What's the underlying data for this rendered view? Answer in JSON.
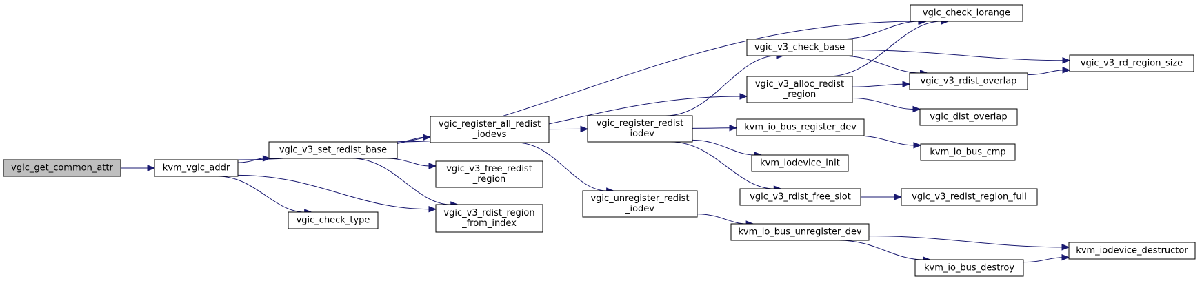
{
  "colors": {
    "edge": "#191970",
    "root_fill": "#bfbfbf",
    "node_fill": "#ffffff",
    "node_border": "#000000"
  },
  "nodes": [
    {
      "id": "vgic_get_common_attr",
      "lines": [
        "vgic_get_common_attr"
      ],
      "root": true
    },
    {
      "id": "kvm_vgic_addr",
      "lines": [
        "kvm_vgic_addr"
      ]
    },
    {
      "id": "vgic_v3_set_redist_base",
      "lines": [
        "vgic_v3_set_redist_base"
      ]
    },
    {
      "id": "vgic_check_type",
      "lines": [
        "vgic_check_type"
      ]
    },
    {
      "id": "vgic_v3_rdist_region_from_index",
      "lines": [
        "vgic_v3_rdist_region",
        "_from_index"
      ]
    },
    {
      "id": "vgic_register_all_redist_iodevs",
      "lines": [
        "vgic_register_all_redist",
        "_iodevs"
      ]
    },
    {
      "id": "vgic_v3_free_redist_region",
      "lines": [
        "vgic_v3_free_redist",
        "_region"
      ]
    },
    {
      "id": "vgic_register_redist_iodev",
      "lines": [
        "vgic_register_redist",
        "_iodev"
      ]
    },
    {
      "id": "vgic_unregister_redist_iodev",
      "lines": [
        "vgic_unregister_redist",
        "_iodev"
      ]
    },
    {
      "id": "vgic_v3_check_base",
      "lines": [
        "vgic_v3_check_base"
      ]
    },
    {
      "id": "vgic_v3_alloc_redist_region",
      "lines": [
        "vgic_v3_alloc_redist",
        "_region"
      ]
    },
    {
      "id": "kvm_io_bus_register_dev",
      "lines": [
        "kvm_io_bus_register_dev"
      ]
    },
    {
      "id": "kvm_iodevice_init",
      "lines": [
        "kvm_iodevice_init"
      ]
    },
    {
      "id": "vgic_v3_rdist_free_slot",
      "lines": [
        "vgic_v3_rdist_free_slot"
      ]
    },
    {
      "id": "kvm_io_bus_unregister_dev",
      "lines": [
        "kvm_io_bus_unregister_dev"
      ]
    },
    {
      "id": "vgic_check_iorange",
      "lines": [
        "vgic_check_iorange"
      ]
    },
    {
      "id": "vgic_v3_rdist_overlap",
      "lines": [
        "vgic_v3_rdist_overlap"
      ]
    },
    {
      "id": "vgic_dist_overlap",
      "lines": [
        "vgic_dist_overlap"
      ]
    },
    {
      "id": "kvm_io_bus_cmp",
      "lines": [
        "kvm_io_bus_cmp"
      ]
    },
    {
      "id": "vgic_v3_redist_region_full",
      "lines": [
        "vgic_v3_redist_region_full"
      ]
    },
    {
      "id": "kvm_io_bus_destroy",
      "lines": [
        "kvm_io_bus_destroy"
      ]
    },
    {
      "id": "vgic_v3_rd_region_size",
      "lines": [
        "vgic_v3_rd_region_size"
      ]
    },
    {
      "id": "kvm_iodevice_destructor",
      "lines": [
        "kvm_iodevice_destructor"
      ]
    }
  ],
  "edges": [
    {
      "from": "vgic_get_common_attr",
      "to": "kvm_vgic_addr"
    },
    {
      "from": "kvm_vgic_addr",
      "to": "vgic_check_iorange"
    },
    {
      "from": "kvm_vgic_addr",
      "to": "vgic_v3_set_redist_base"
    },
    {
      "from": "kvm_vgic_addr",
      "to": "vgic_check_type"
    },
    {
      "from": "kvm_vgic_addr",
      "to": "vgic_v3_rdist_region_from_index"
    },
    {
      "from": "vgic_v3_set_redist_base",
      "to": "vgic_v3_alloc_redist_region"
    },
    {
      "from": "vgic_v3_set_redist_base",
      "to": "vgic_register_all_redist_iodevs"
    },
    {
      "from": "vgic_v3_set_redist_base",
      "to": "vgic_v3_free_redist_region"
    },
    {
      "from": "vgic_v3_set_redist_base",
      "to": "vgic_v3_rdist_region_from_index"
    },
    {
      "from": "vgic_register_all_redist_iodevs",
      "to": "vgic_register_redist_iodev"
    },
    {
      "from": "vgic_register_all_redist_iodevs",
      "to": "vgic_unregister_redist_iodev"
    },
    {
      "from": "vgic_register_redist_iodev",
      "to": "vgic_v3_check_base"
    },
    {
      "from": "vgic_register_redist_iodev",
      "to": "kvm_io_bus_register_dev"
    },
    {
      "from": "vgic_register_redist_iodev",
      "to": "kvm_iodevice_init"
    },
    {
      "from": "vgic_register_redist_iodev",
      "to": "vgic_v3_rdist_free_slot"
    },
    {
      "from": "vgic_unregister_redist_iodev",
      "to": "kvm_io_bus_unregister_dev"
    },
    {
      "from": "vgic_v3_check_base",
      "to": "vgic_check_iorange"
    },
    {
      "from": "vgic_v3_check_base",
      "to": "vgic_v3_rd_region_size"
    },
    {
      "from": "vgic_v3_check_base",
      "to": "vgic_v3_rdist_overlap"
    },
    {
      "from": "vgic_v3_alloc_redist_region",
      "to": "vgic_check_iorange"
    },
    {
      "from": "vgic_v3_alloc_redist_region",
      "to": "vgic_v3_rdist_overlap"
    },
    {
      "from": "vgic_v3_alloc_redist_region",
      "to": "vgic_dist_overlap"
    },
    {
      "from": "vgic_v3_rdist_overlap",
      "to": "vgic_v3_rd_region_size"
    },
    {
      "from": "kvm_io_bus_register_dev",
      "to": "kvm_io_bus_cmp"
    },
    {
      "from": "vgic_v3_rdist_free_slot",
      "to": "vgic_v3_redist_region_full"
    },
    {
      "from": "kvm_io_bus_unregister_dev",
      "to": "kvm_iodevice_destructor"
    },
    {
      "from": "kvm_io_bus_unregister_dev",
      "to": "kvm_io_bus_destroy"
    },
    {
      "from": "kvm_io_bus_destroy",
      "to": "kvm_iodevice_destructor"
    }
  ]
}
